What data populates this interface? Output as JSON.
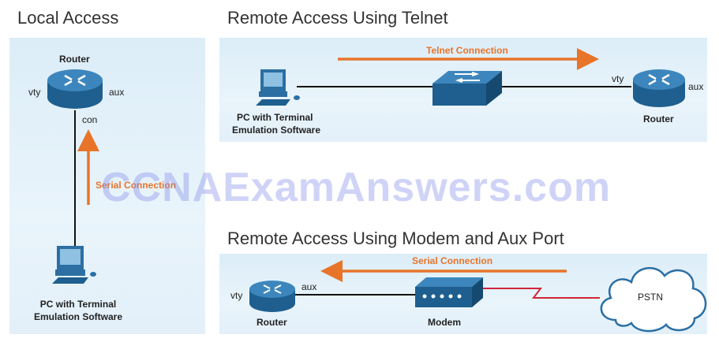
{
  "sections": {
    "local": "Local Access",
    "telnet": "Remote Access Using Telnet",
    "modem": "Remote Access Using Modem and Aux Port"
  },
  "local": {
    "router_label": "Router",
    "port_vty": "vty",
    "port_aux": "aux",
    "port_con": "con",
    "link_label": "Serial Connection",
    "pc_label_line1": "PC with Terminal",
    "pc_label_line2": "Emulation Software"
  },
  "telnet": {
    "link_label": "Telnet Connection",
    "pc_label_line1": "PC with Terminal",
    "pc_label_line2": "Emulation Software",
    "port_vty": "vty",
    "port_aux": "aux",
    "router_label": "Router"
  },
  "modem_section": {
    "link_label": "Serial Connection",
    "port_vty": "vty",
    "port_aux": "aux",
    "router_label": "Router",
    "modem_label": "Modem",
    "cloud_label": "PSTN"
  },
  "watermark": "CCNAExamAnswers.com",
  "colors": {
    "arrow": "#e8742a",
    "device": "#2b6fa3",
    "wan_link": "#d0263a",
    "panel": "#dcedf8"
  }
}
